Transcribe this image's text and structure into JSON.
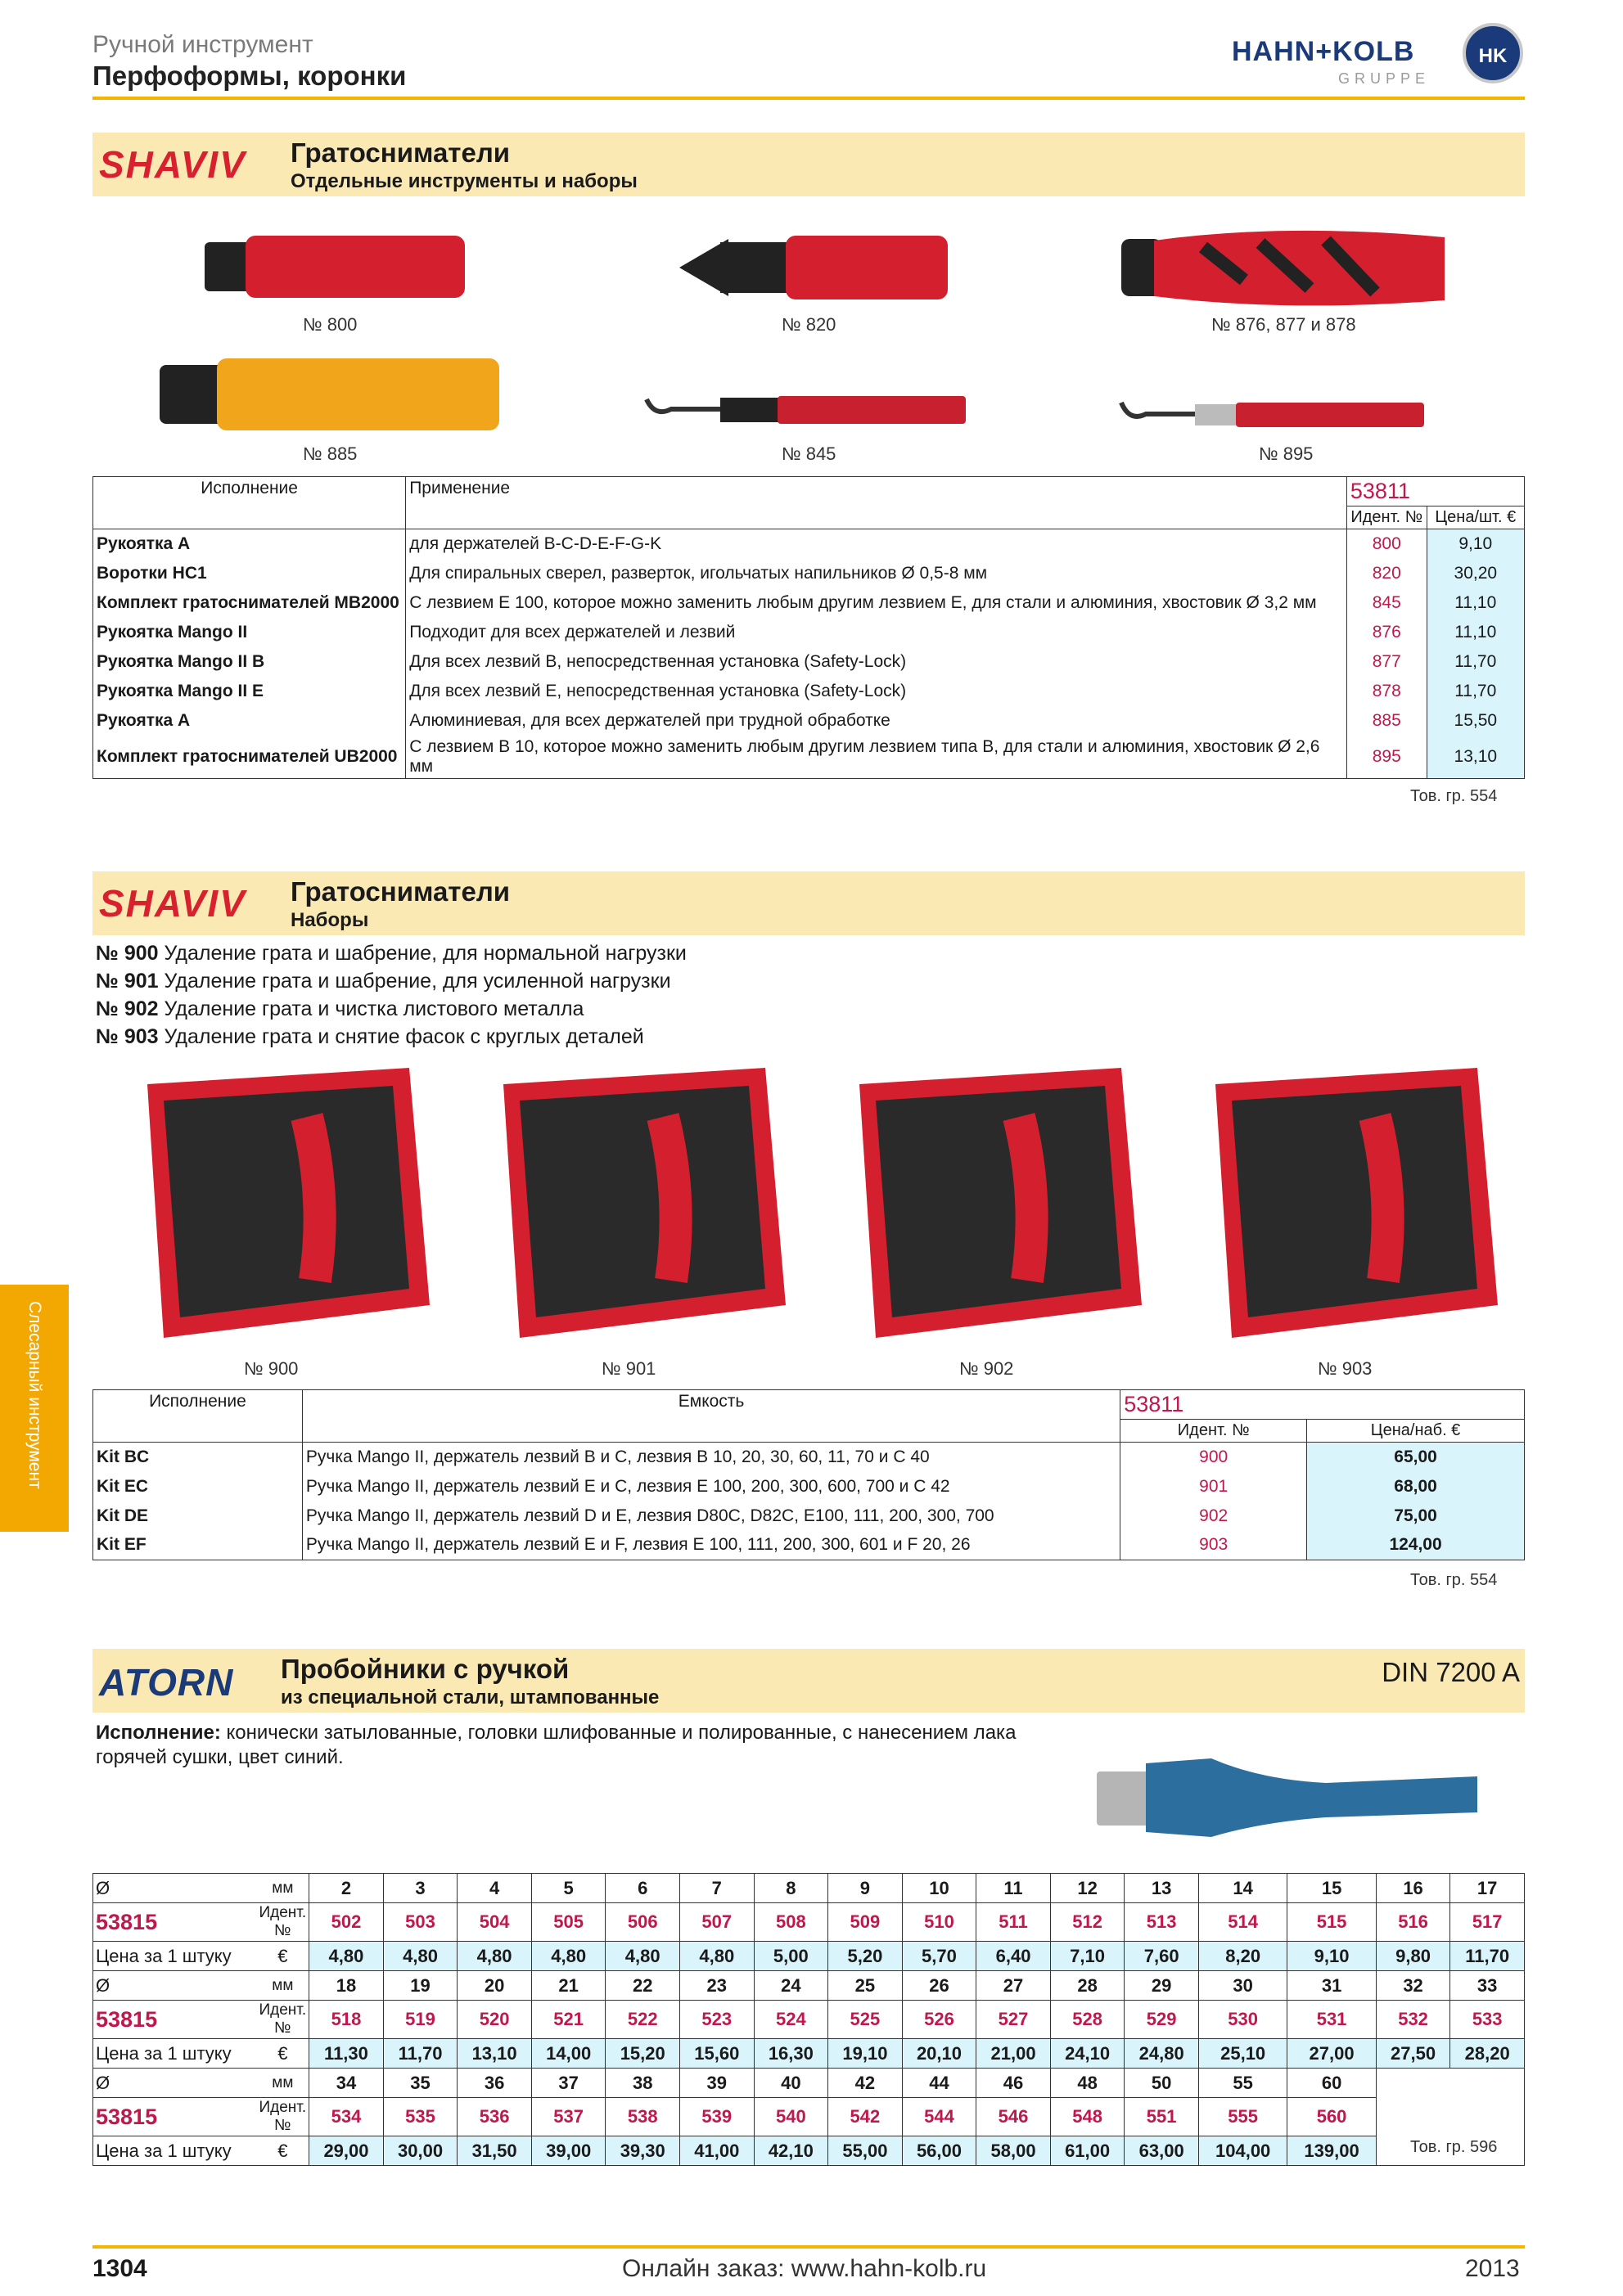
{
  "header": {
    "category": "Ручной инструмент",
    "subcategory": "Перфоформы, коронки",
    "logo_text": "HAHN+KOLB",
    "logo_sub": "GRUPPE",
    "logo_circle": "HK"
  },
  "section1": {
    "brand": "SHAVIV",
    "title": "Гратосниматели",
    "subtitle": "Отдельные инструменты и наборы",
    "captions": [
      "№ 800",
      "№ 820",
      "№ 876, 877 и 878",
      "№ 885",
      "№ 845",
      "№ 895"
    ],
    "table": {
      "col_variant": "Исполнение",
      "col_use": "Применение",
      "group": "53811",
      "col_ident": "Идент. №",
      "col_price": "Цена/шт. €",
      "rows": [
        {
          "variant": "Рукоятка A",
          "use": "для держателей B-C-D-E-F-G-K",
          "ident": "800",
          "price": "9,10"
        },
        {
          "variant": "Воротки HC1",
          "use": "Для спиральных сверел, разверток, игольчатых напильников Ø 0,5-8 мм",
          "ident": "820",
          "price": "30,20"
        },
        {
          "variant": "Комплект гратоснимателей MB2000",
          "use": "С лезвием E 100, которое можно заменить любым другим лезвием E, для стали и алюминия, хвостовик Ø 3,2 мм",
          "ident": "845",
          "price": "11,10"
        },
        {
          "variant": "Рукоятка Mango II",
          "use": "Подходит для всех держателей и лезвий",
          "ident": "876",
          "price": "11,10"
        },
        {
          "variant": "Рукоятка Mango II B",
          "use": "Для всех лезвий B, непосредственная установка (Safety-Lock)",
          "ident": "877",
          "price": "11,70"
        },
        {
          "variant": "Рукоятка Mango II E",
          "use": "Для всех лезвий E, непосредственная установка (Safety-Lock)",
          "ident": "878",
          "price": "11,70"
        },
        {
          "variant": "Рукоятка A",
          "use": "Алюминиевая, для всех держателей при трудной обработке",
          "ident": "885",
          "price": "15,50"
        },
        {
          "variant": "Комплект гратоснимателей UB2000",
          "use": "С лезвием B 10, которое можно заменить любым другим лезвием типа B, для стали и алюминия, хвостовик Ø 2,6 мм",
          "ident": "895",
          "price": "13,10"
        }
      ]
    },
    "tov": "Тов. гр. 554"
  },
  "section2": {
    "brand": "SHAVIV",
    "title": "Гратосниматели",
    "subtitle": "Наборы",
    "bullets": [
      {
        "no": "№ 900",
        "text": " Удаление грата и шабрение, для нормальной нагрузки"
      },
      {
        "no": "№ 901",
        "text": " Удаление грата и шабрение, для усиленной нагрузки"
      },
      {
        "no": "№ 902",
        "text": " Удаление грата и чистка листового металла"
      },
      {
        "no": "№ 903",
        "text": " Удаление грата и снятие фасок с круглых деталей"
      }
    ],
    "captions": [
      "№ 900",
      "№ 901",
      "№ 902",
      "№ 903"
    ],
    "table": {
      "col_variant": "Исполнение",
      "col_content": "Емкость",
      "group": "53811",
      "col_ident": "Идент. №",
      "col_price": "Цена/наб. €",
      "rows": [
        {
          "variant": "Kit BC",
          "content": "Ручка Mango II, держатель лезвий B и C, лезвия B 10, 20, 30, 60, 11, 70 и C 40",
          "ident": "900",
          "price": "65,00"
        },
        {
          "variant": "Kit EC",
          "content": "Ручка Mango II, держатель лезвий E и C, лезвия E 100, 200, 300, 600, 700 и C 42",
          "ident": "901",
          "price": "68,00"
        },
        {
          "variant": "Kit DE",
          "content": "Ручка Mango II, держатель лезвий D и E, лезвия D80C, D82C, E100, 111, 200, 300, 700",
          "ident": "902",
          "price": "75,00"
        },
        {
          "variant": "Kit EF",
          "content": "Ручка Mango II, держатель лезвий E и F, лезвия E 100, 111, 200, 300, 601 и F 20, 26",
          "ident": "903",
          "price": "124,00"
        }
      ]
    },
    "tov": "Тов. гр. 554"
  },
  "section3": {
    "brand": "ATORN",
    "title": "Пробойники с ручкой",
    "subtitle": "из специальной стали, штампованные",
    "norm": "DIN 7200 A",
    "desc_label": "Исполнение:",
    "desc": " конически затылованные, головки шлифованные и полированные, с нанесением лака горячей сушки, цвет синий.",
    "labels": {
      "dia": "Ø",
      "mm": "мм",
      "group": "53815",
      "ident": "Идент. №",
      "price": "Цена за 1 штуку",
      "eur": "€"
    },
    "blocks": [
      {
        "dia": [
          "2",
          "3",
          "4",
          "5",
          "6",
          "7",
          "8",
          "9",
          "10",
          "11",
          "12",
          "13",
          "14",
          "15",
          "16",
          "17"
        ],
        "ident": [
          "502",
          "503",
          "504",
          "505",
          "506",
          "507",
          "508",
          "509",
          "510",
          "511",
          "512",
          "513",
          "514",
          "515",
          "516",
          "517"
        ],
        "price": [
          "4,80",
          "4,80",
          "4,80",
          "4,80",
          "4,80",
          "4,80",
          "5,00",
          "5,20",
          "5,70",
          "6,40",
          "7,10",
          "7,60",
          "8,20",
          "9,10",
          "9,80",
          "11,70"
        ]
      },
      {
        "dia": [
          "18",
          "19",
          "20",
          "21",
          "22",
          "23",
          "24",
          "25",
          "26",
          "27",
          "28",
          "29",
          "30",
          "31",
          "32",
          "33"
        ],
        "ident": [
          "518",
          "519",
          "520",
          "521",
          "522",
          "523",
          "524",
          "525",
          "526",
          "527",
          "528",
          "529",
          "530",
          "531",
          "532",
          "533"
        ],
        "price": [
          "11,30",
          "11,70",
          "13,10",
          "14,00",
          "15,20",
          "15,60",
          "16,30",
          "19,10",
          "20,10",
          "21,00",
          "24,10",
          "24,80",
          "25,10",
          "27,00",
          "27,50",
          "28,20"
        ]
      },
      {
        "dia": [
          "34",
          "35",
          "36",
          "37",
          "38",
          "39",
          "40",
          "42",
          "44",
          "46",
          "48",
          "50",
          "55",
          "60"
        ],
        "ident": [
          "534",
          "535",
          "536",
          "537",
          "538",
          "539",
          "540",
          "542",
          "544",
          "546",
          "548",
          "551",
          "555",
          "560"
        ],
        "price": [
          "29,00",
          "30,00",
          "31,50",
          "39,00",
          "39,30",
          "41,00",
          "42,10",
          "55,00",
          "56,00",
          "58,00",
          "61,00",
          "63,00",
          "104,00",
          "139,00"
        ]
      }
    ],
    "tov": "Тов. гр. 596"
  },
  "sidebar": {
    "label": "Слесарный инструмент"
  },
  "footer": {
    "page": "1304",
    "order": "Онлайн заказ: www.hahn-kolb.ru",
    "year": "2013"
  }
}
